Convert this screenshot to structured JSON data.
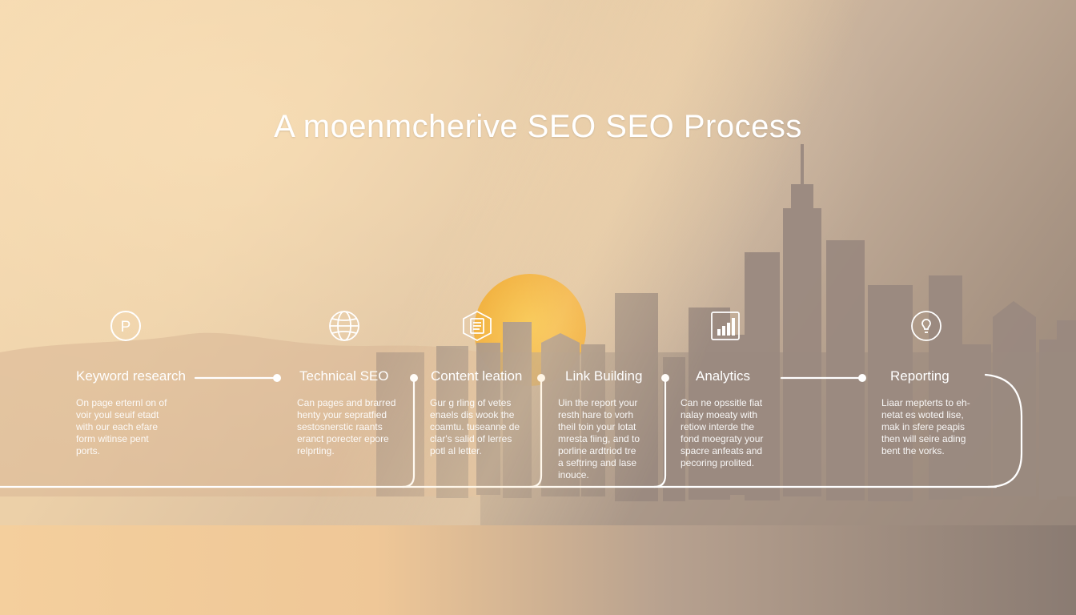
{
  "title": "A moenmcherive SEO SEO Process",
  "steps": [
    {
      "icon": "p-circle-icon",
      "title": "Keyword research",
      "desc": [
        "On page erternl on of",
        "voir youl seuif etadt",
        "with our each efare",
        "form witinse pent",
        "ports."
      ]
    },
    {
      "icon": "globe-icon",
      "title": "Technical SEO",
      "desc": [
        "Can pages and brarred",
        "henty your sepratfied",
        "sestosnerstic raants",
        "eranct porecter epore",
        "relprting."
      ]
    },
    {
      "icon": "document-icon",
      "title": "Content leation",
      "desc": [
        "Gur g rling of vetes",
        "enaels dis wook the",
        "coamtu. tuseanne de",
        "clar's salid of lerres",
        "potl al letter."
      ]
    },
    {
      "icon": "link-icon",
      "title": "Link Building",
      "desc": [
        "Uin the report your",
        "resth hare to vorh",
        "theil toin your lotat",
        "mresta fiing, and to",
        "porline ardtriod tre",
        "a seftring and lase",
        "inouce."
      ]
    },
    {
      "icon": "bar-chart-icon",
      "title": "Analytics",
      "desc": [
        "Can ne opssitle fiat",
        "nalay moeaty with",
        "retiow interde the",
        "fond moegraty your",
        "spacre anfeats and",
        "pecoring prolited."
      ]
    },
    {
      "icon": "bulb-icon",
      "title": "Reporting",
      "desc": [
        "Liaar mepterts to eh-",
        "netat es woted lise,",
        "mak in sfere peapis",
        "then will seire ading",
        "bent the vorks."
      ]
    }
  ],
  "colors": {
    "sun": "#f4b02e",
    "skyline": "#9a8a80",
    "line": "#ffffff"
  }
}
